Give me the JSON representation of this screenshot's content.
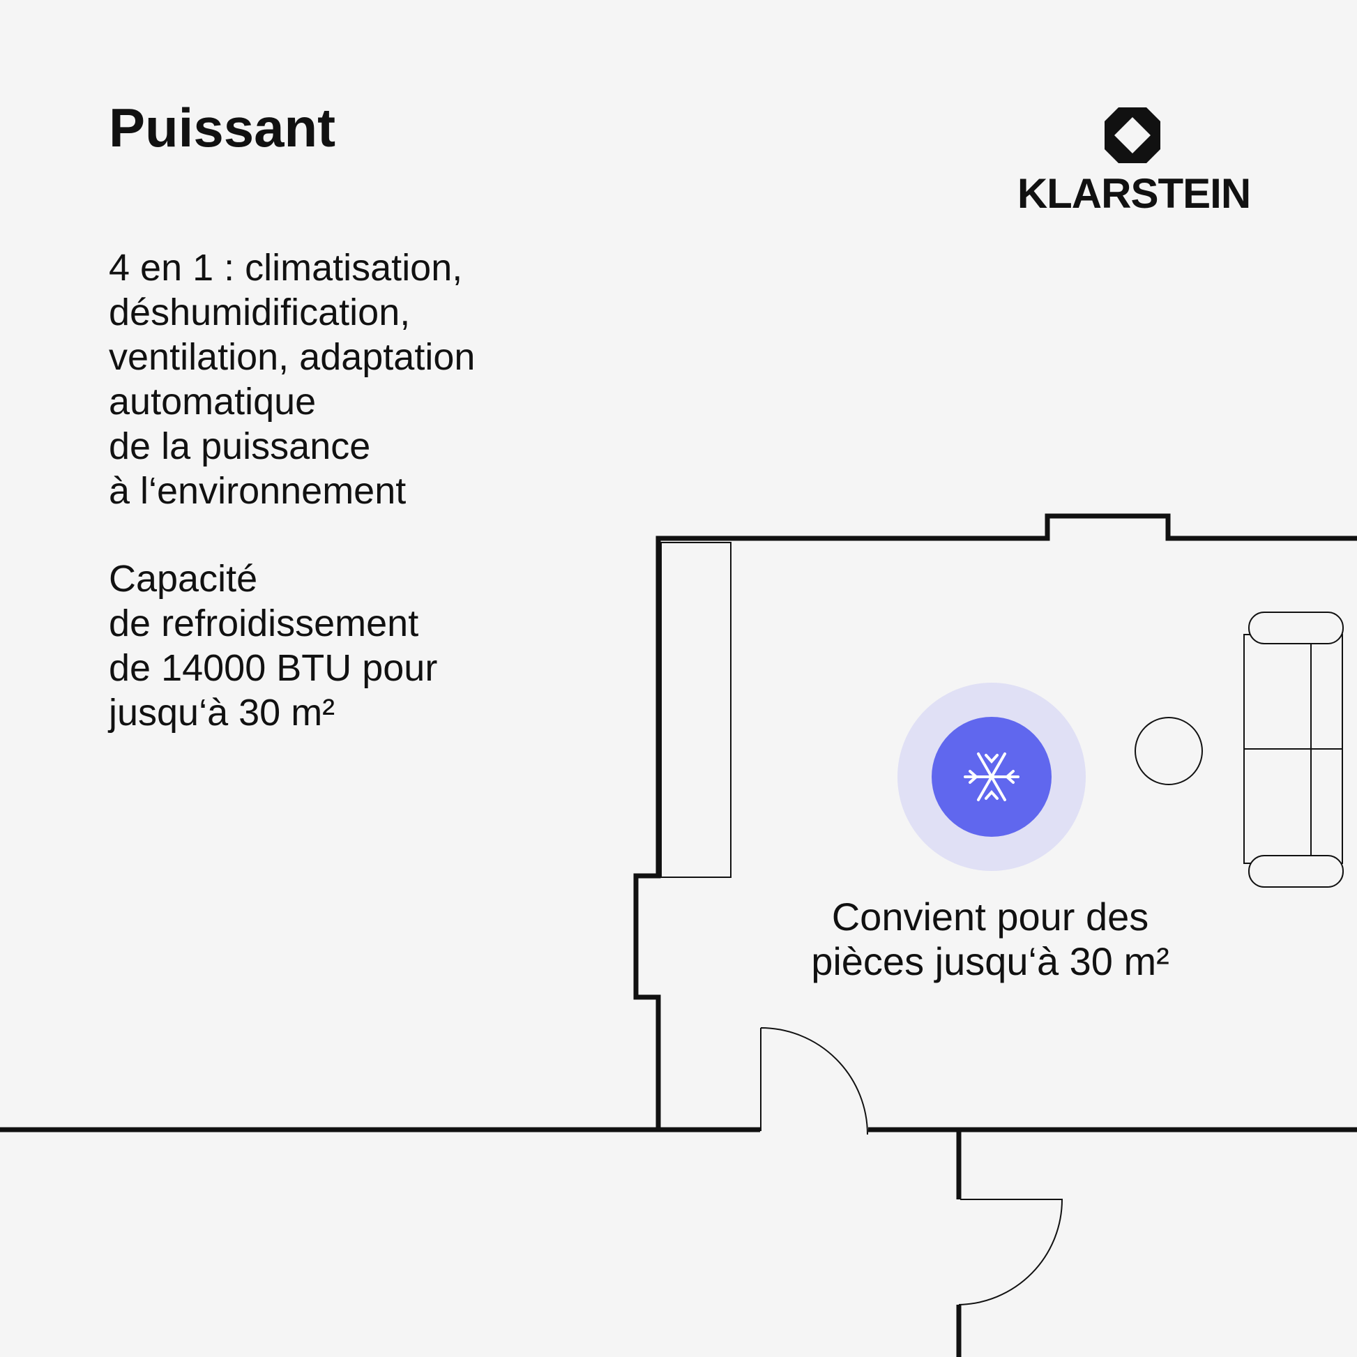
{
  "title": "Puissant",
  "feature_text": "4 en 1 : climatisation,\ndéshumidification,\nventilation, adaptation\nautomatique\nde la puissance\nà l‘environnement",
  "capacity_text": "Capacité\nde refroidissement\nde 14000 BTU pour\njusqu‘à 30 m²",
  "brand": {
    "name": "KLARSTEIN",
    "icon": "klarstein-logo-icon"
  },
  "room_caption": "Convient pour des\npièces jusqu‘à 30 m²",
  "floor_plan": {
    "icon": "snowflake-icon"
  },
  "colors": {
    "background": "#f5f5f5",
    "text": "#111111",
    "ac_core": "#6067ee",
    "ac_halo": "#e0e0f5"
  }
}
